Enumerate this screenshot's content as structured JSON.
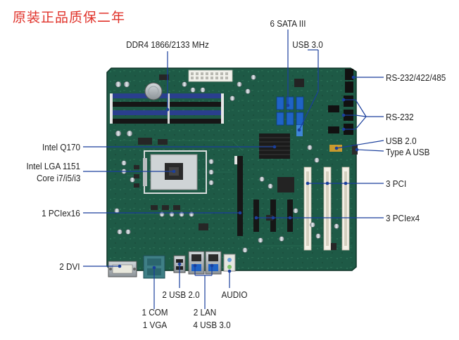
{
  "headline": "原装正品质保二年",
  "colors": {
    "headline": "#e0322a",
    "board": "#1e5a46",
    "leader": "#1a3f9c",
    "memory_slot": "#2a3f8e",
    "sata": "#1f63c6",
    "pci_slot": "#f4f0e6",
    "label_text": "#1f1f1f"
  },
  "labels": {
    "ddr4": "DDR4 1866/2133 MHz",
    "sata": "6 SATA III",
    "usb30_top": "USB 3.0",
    "rs232_422_485": "RS-232/422/485",
    "rs232": "RS-232",
    "usb20": "USB 2.0",
    "type_a_usb": "Type A USB",
    "intel_q170": "Intel Q170",
    "cpu_line1": "Intel LGA 1151",
    "cpu_line2": "Core i7/i5/i3",
    "pci": "3 PCI",
    "pciex16": "1 PCIex16",
    "pciex4": "3 PCIex4",
    "dvi": "2 DVI",
    "usb20_rear": "2 USB 2.0",
    "audio": "AUDIO",
    "com": "1 COM",
    "vga": "1 VGA",
    "lan": "2 LAN",
    "usb30_rear": "4 USB 3.0"
  },
  "icons": {
    "dvi_connector": "dvi-port-icon",
    "vga_com_connector": "serial-port-icon",
    "usb_connector": "usb-port-icon",
    "lan_connector": "ethernet-port-icon",
    "audio_connector": "audio-jack-icon",
    "cpu_socket": "cpu-socket-icon",
    "chipset": "heatsink-icon"
  }
}
